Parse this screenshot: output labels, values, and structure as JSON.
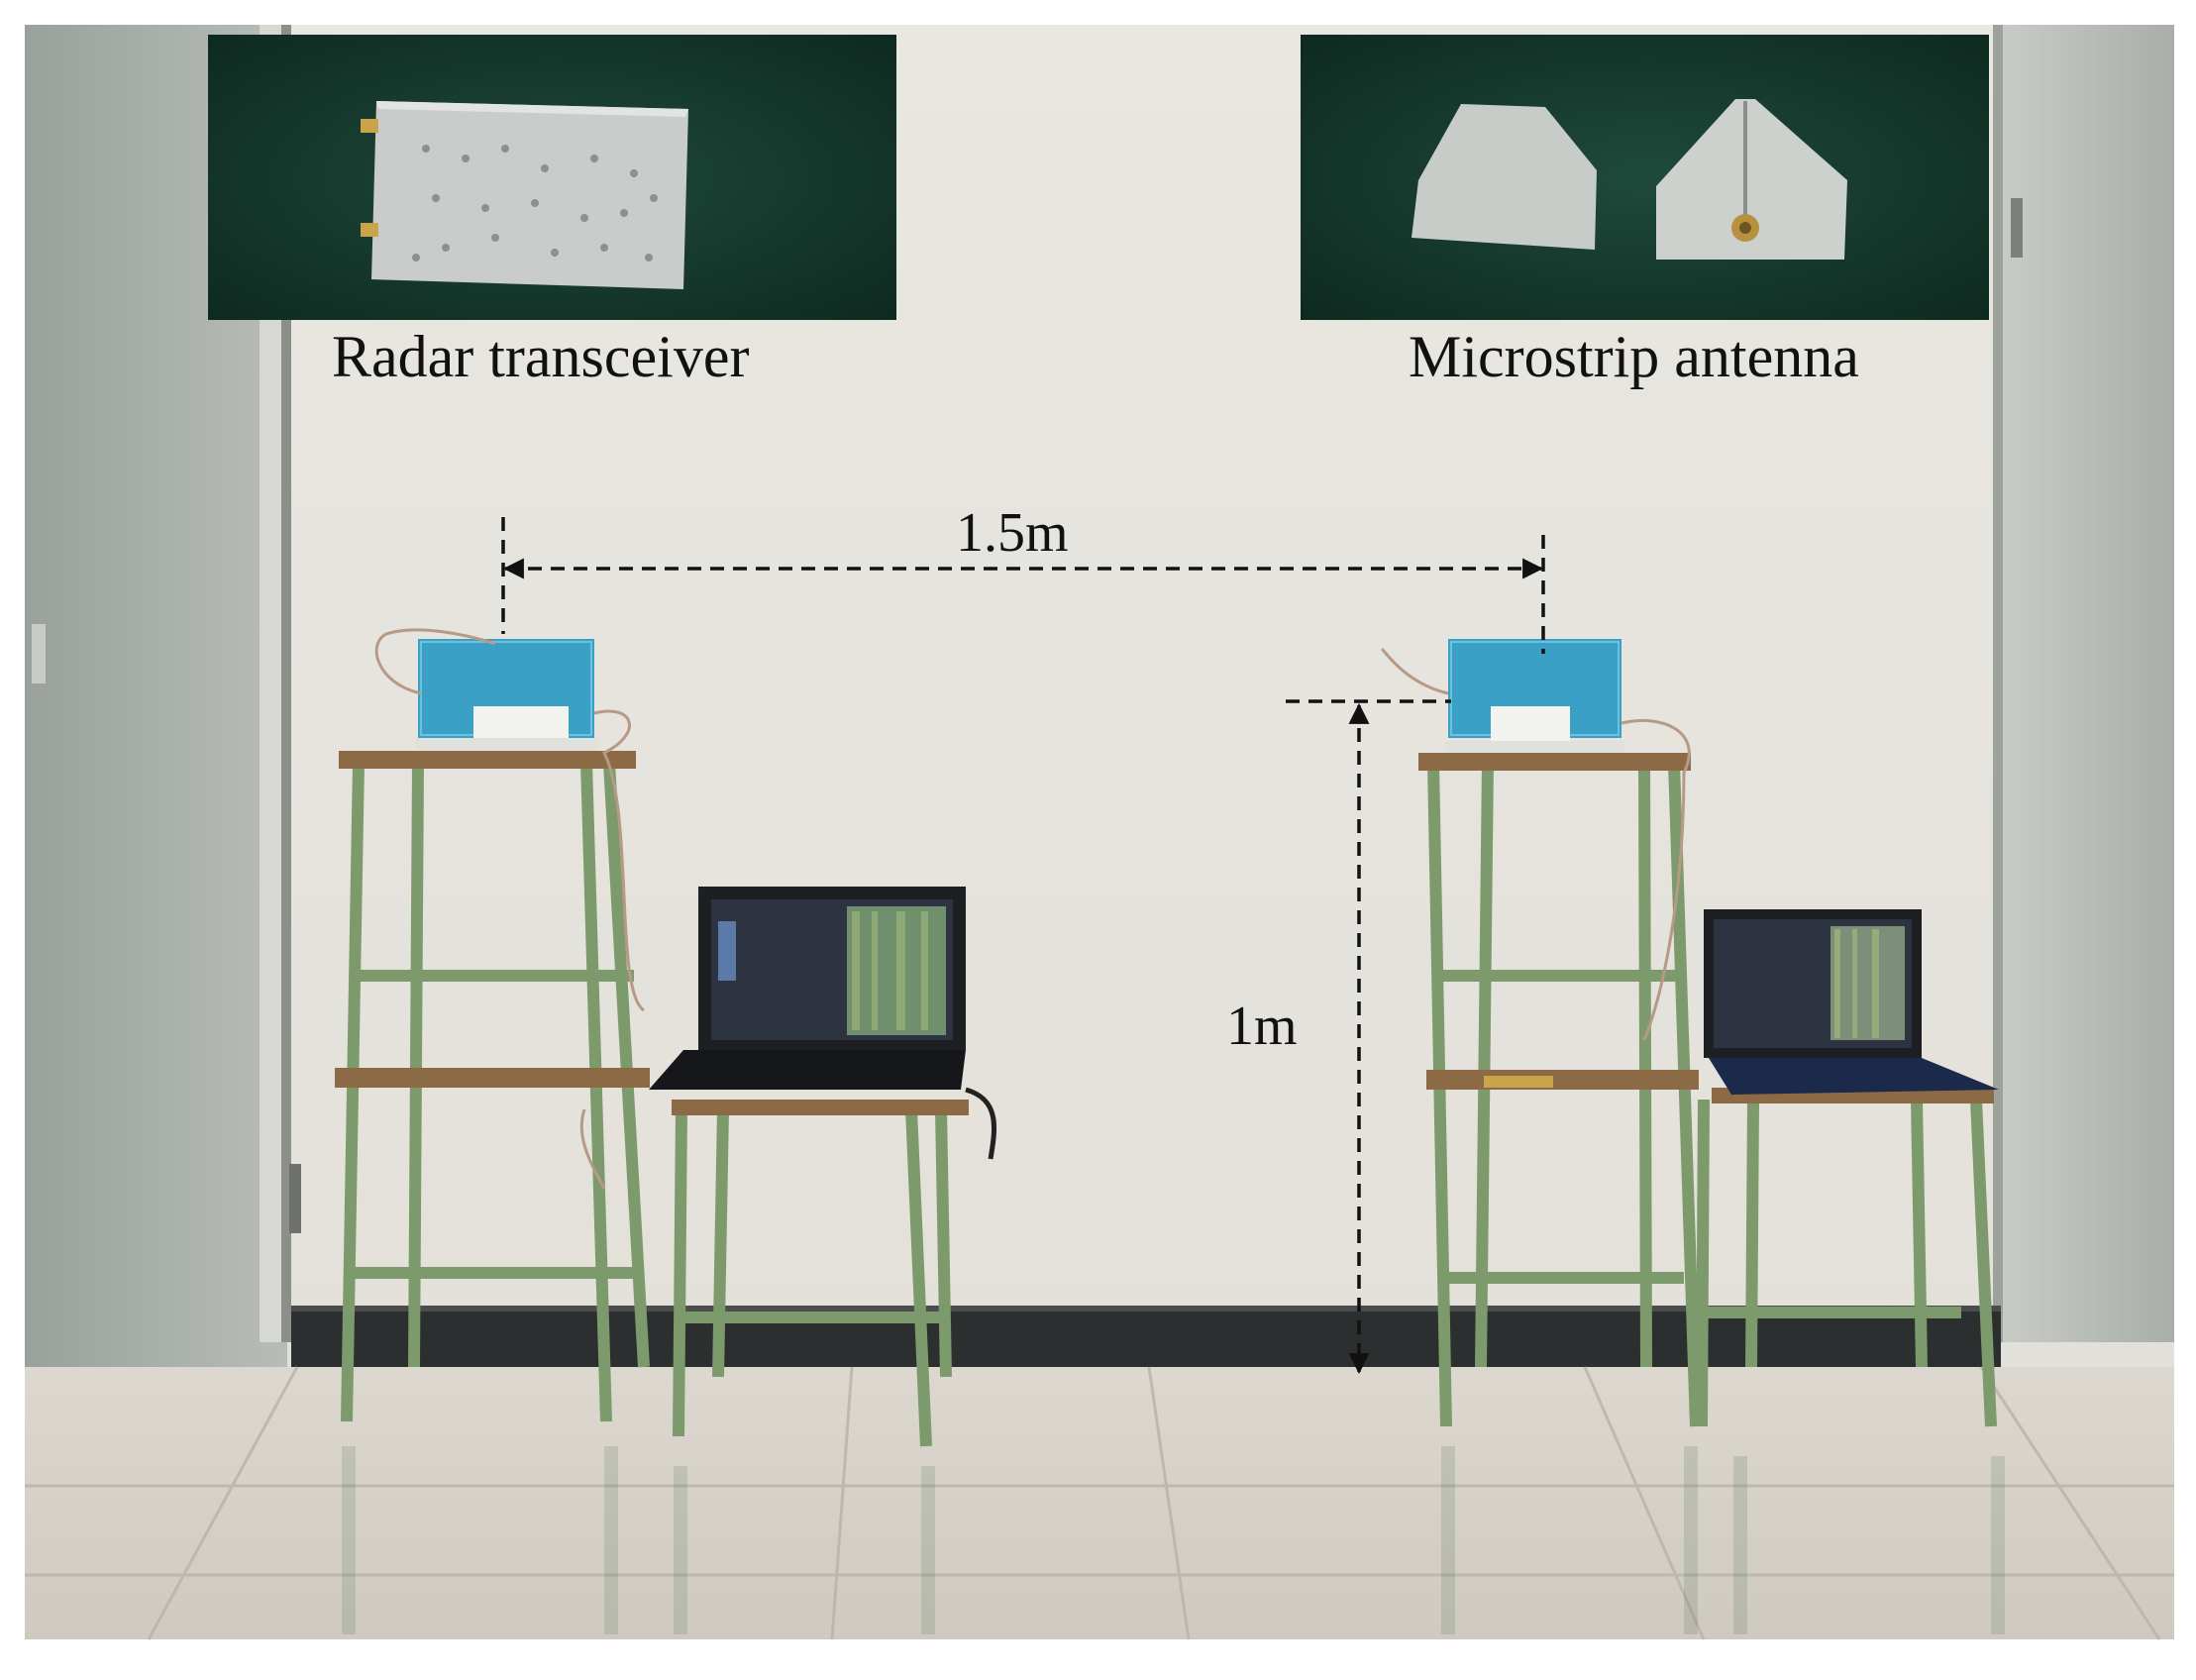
{
  "insets": {
    "radar_caption": "Radar transceiver",
    "antenna_caption": "Microstrip antenna"
  },
  "dimensions": {
    "horizontal_label": "1.5m",
    "vertical_label": "1m"
  }
}
